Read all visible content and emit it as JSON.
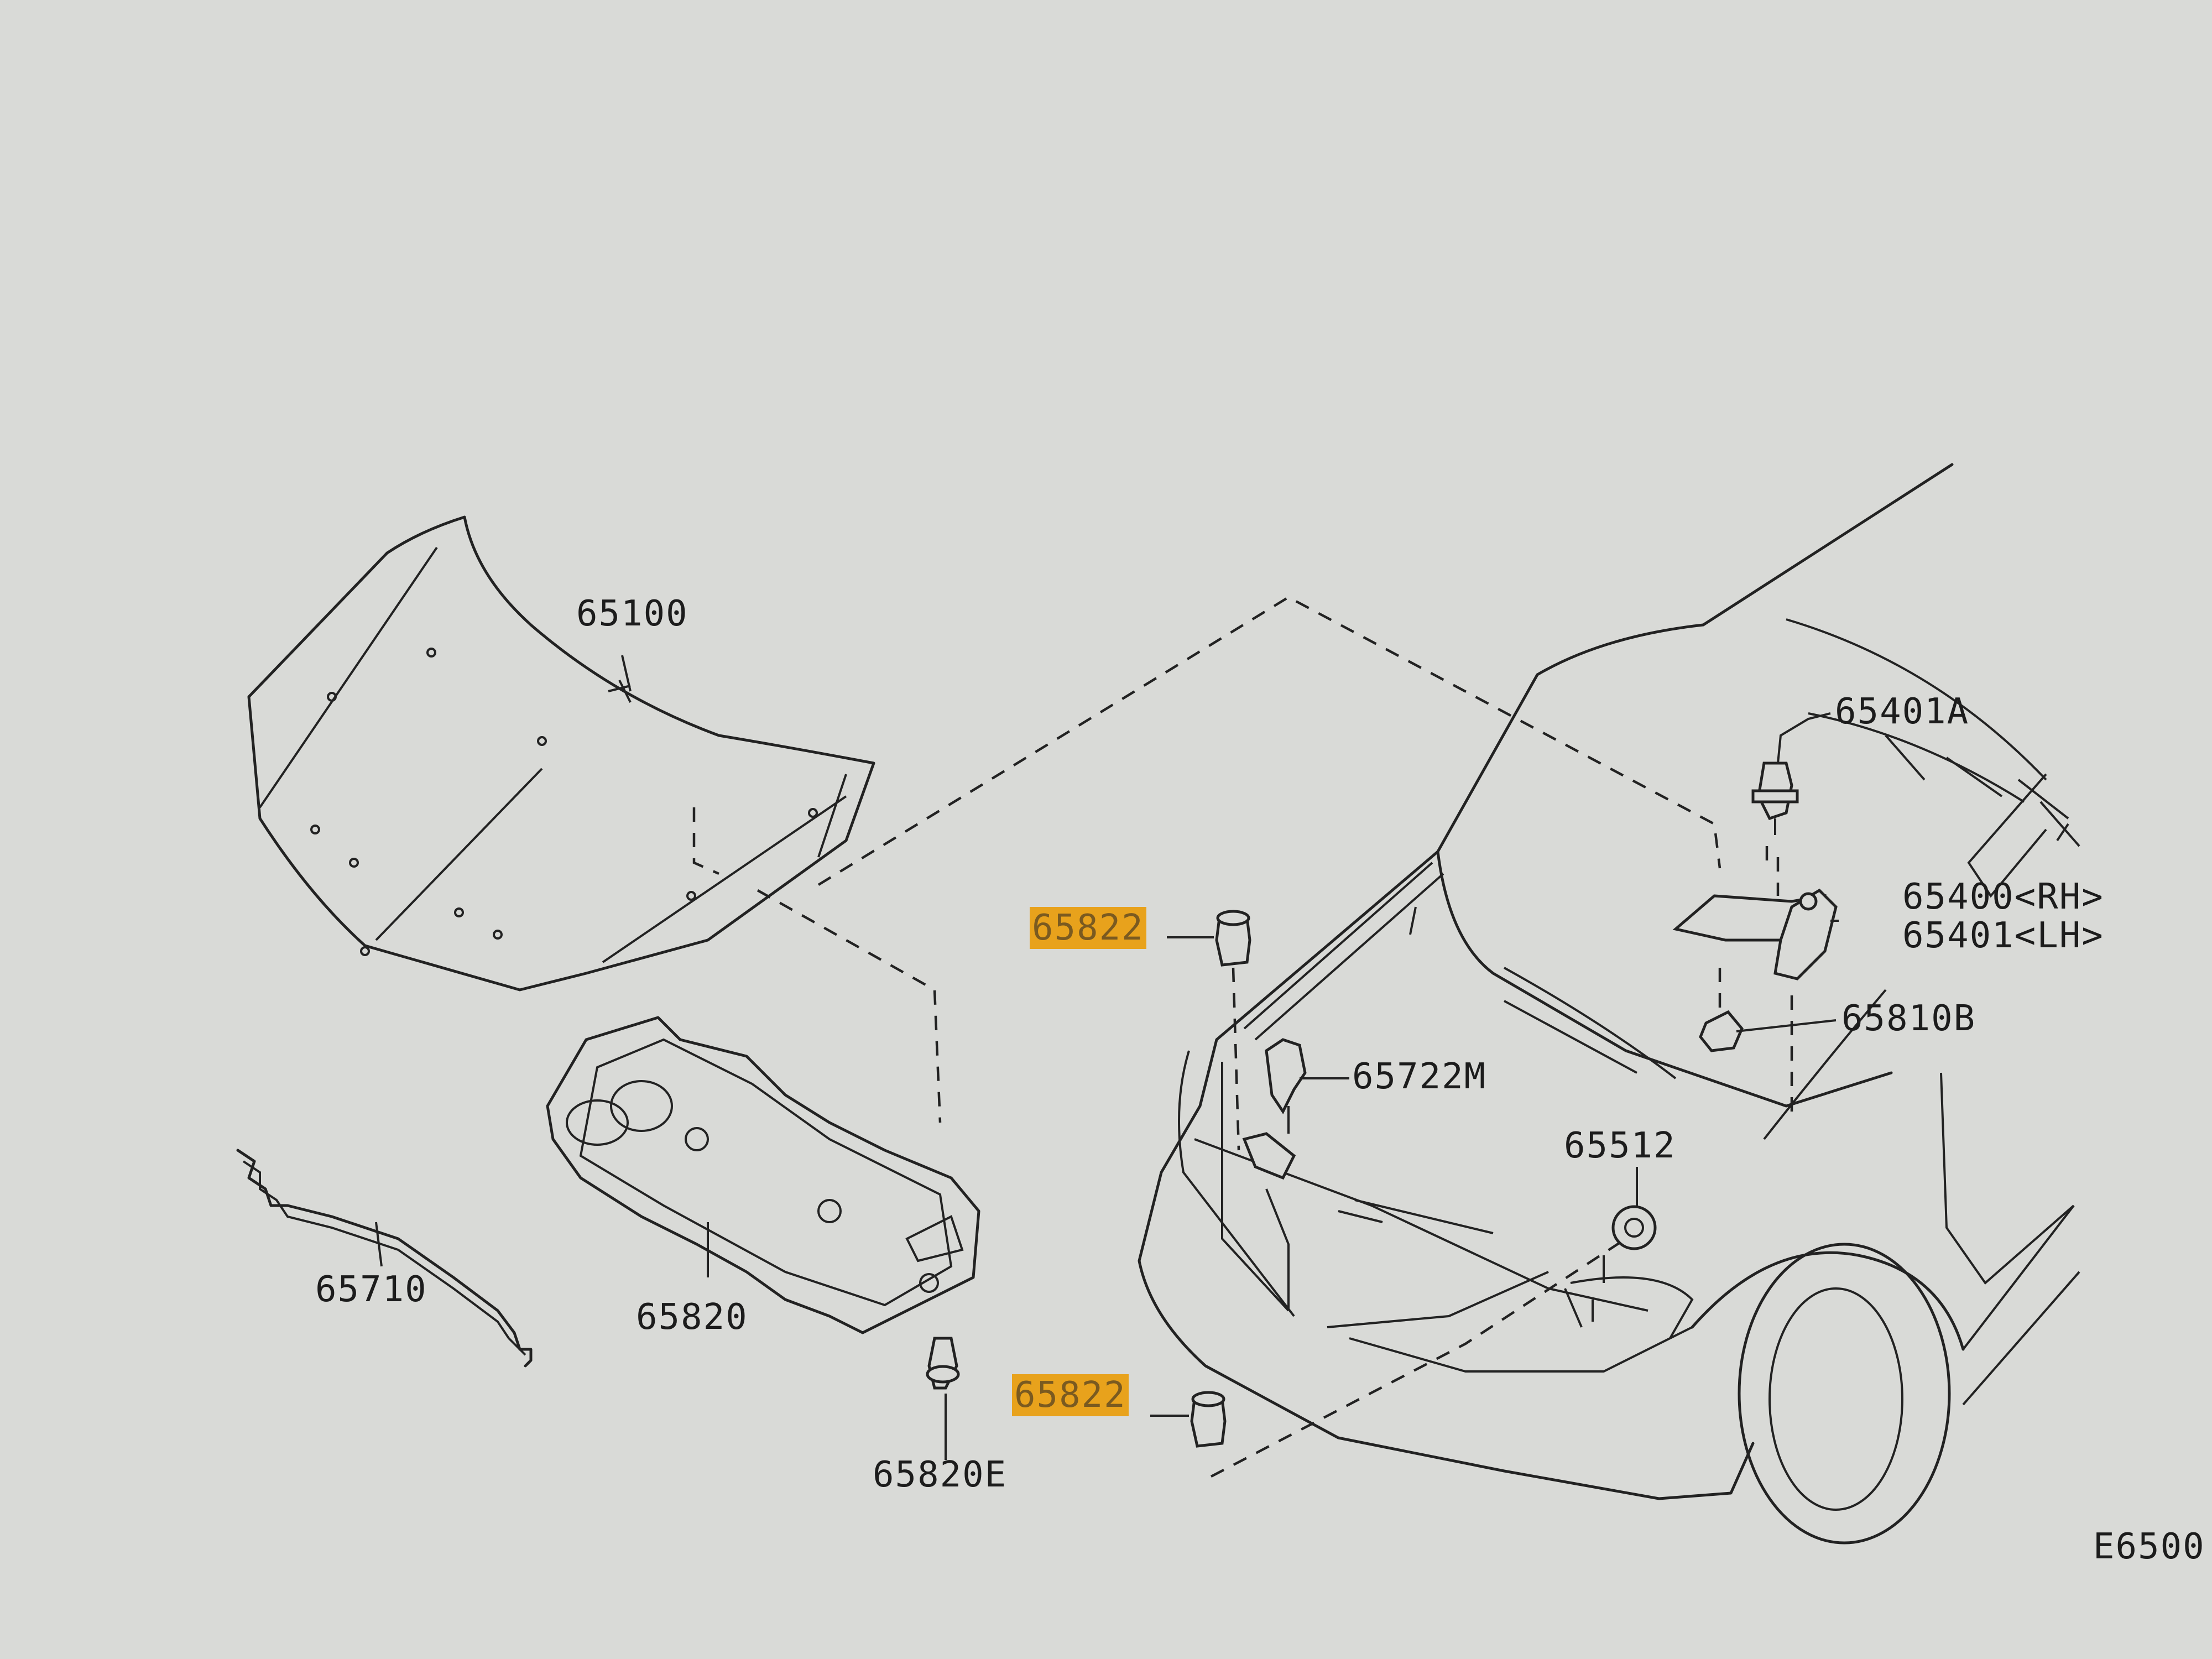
{
  "diagram": {
    "callouts": {
      "hood": "65100",
      "hinge_bolt": "65401A",
      "hinge_rh": "65400<RH>",
      "hinge_lh": "65401<LH>",
      "hinge_nut": "65810B",
      "bumper_upper": "65822",
      "bumper_lower": "65822",
      "latch_clip": "65722M",
      "hood_lock": "65512",
      "insulator": "65820",
      "insulator_clip": "65820E",
      "seal_strip": "65710"
    },
    "figure_code": "E6500"
  },
  "colors": {
    "screen_bg": "#d9dad7",
    "line": "#222222",
    "highlight": "#e8a21c"
  }
}
